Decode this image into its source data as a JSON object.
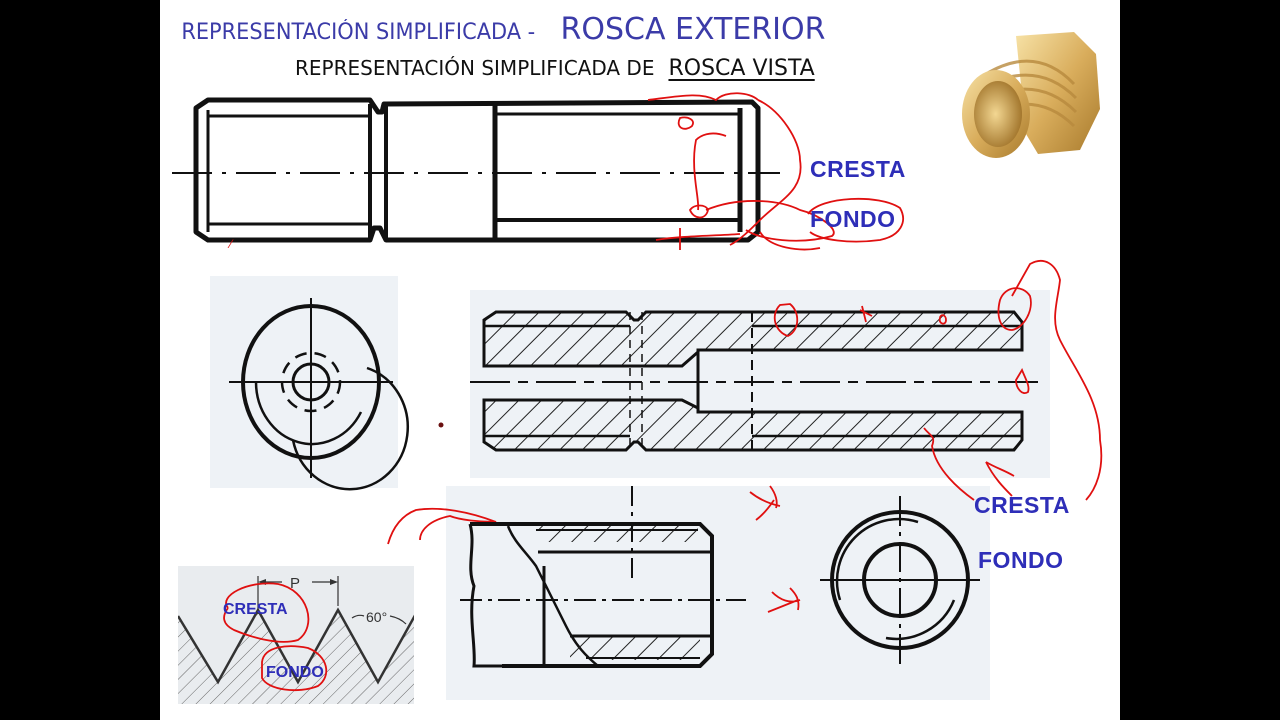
{
  "slide": {
    "title_left": "REPRESENTACIÓN SIMPLIFICADA -",
    "title_right": "ROSCA EXTERIOR",
    "subtitle_left": "REPRESENTACIÓN SIMPLIFICADA DE",
    "subtitle_right": "ROSCA VISTA",
    "colors": {
      "title": "#3b3ba8",
      "label": "#2e2eb8",
      "annotation": "#e01010",
      "background_outside": "#000000",
      "page": "#ffffff"
    }
  },
  "annotations": {
    "top_cresta": "CRESTA",
    "top_fondo": "FONDO",
    "right_cresta": "CRESTA",
    "right_fondo": "FONDO",
    "detail_cresta": "CRESTA",
    "detail_fondo": "FONDO"
  },
  "thread_detail": {
    "pitch_label": "P",
    "angle_label": "60°"
  },
  "images": {
    "photo": "brass-threaded-fitting"
  }
}
